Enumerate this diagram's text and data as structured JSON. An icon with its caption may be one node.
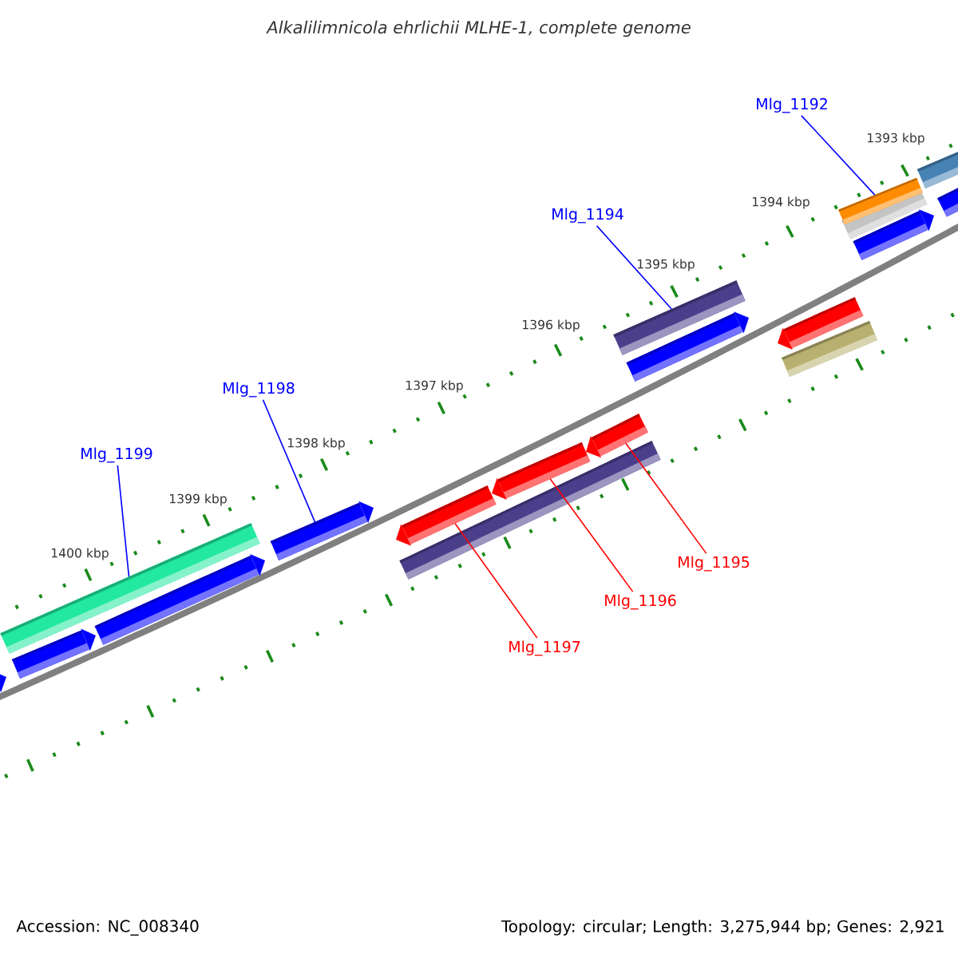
{
  "diagram": {
    "title": "Alkalilimnicola ehrlichii MLHE-1, complete genome",
    "nodes": [
      {
        "text": [
          "Mlg_1192"
        ]
      },
      {
        "text": [],
        "shape": "bar"
      },
      {
        "text": [
          "Mlg_1194"
        ]
      },
      {
        "text": [],
        "shape": "bar"
      },
      {
        "text": [
          "Mlg_1198"
        ]
      },
      {
        "text": [],
        "shape": "bar"
      },
      {
        "text": [
          "Mlg_1199"
        ]
      },
      {
        "text": [],
        "shape": "bar"
      },
      {
        "text": [
          "Mlg_1195"
        ]
      },
      {
        "text": [],
        "shape": "bar"
      },
      {
        "text": [
          "Mlg_1196"
        ]
      },
      {
        "text": [],
        "shape": "bar"
      },
      {
        "text": [
          "Mlg_1197"
        ]
      },
      {
        "text": [],
        "shape": "bar"
      }
    ],
    "edges": [
      {
        "from": 0,
        "to": 1,
        "arrow": "none",
        "color": "#0000ff"
      },
      {
        "from": 2,
        "to": 3,
        "arrow": "none",
        "color": "#0000ff"
      },
      {
        "from": 4,
        "to": 5,
        "arrow": "none",
        "color": "#0000ff"
      },
      {
        "from": 6,
        "to": 7,
        "arrow": "none",
        "color": "#0000ff"
      },
      {
        "from": 8,
        "to": 9,
        "arrow": "none",
        "color": "#ff0000"
      },
      {
        "from": 10,
        "to": 11,
        "arrow": "none",
        "color": "#ff0000"
      },
      {
        "from": 12,
        "to": 13,
        "arrow": "none",
        "color": "#ff0000"
      }
    ],
    "labels": [
      "1393 kbp",
      "1394 kbp",
      "1395 kbp",
      "1396 kbp",
      "1397 kbp",
      "1398 kbp",
      "1399 kbp",
      "1400 kbp",
      "Accession: NC_008340",
      "Topology: circular; Length: 3,275,944 bp; Genes: 2,921"
    ]
  }
}
